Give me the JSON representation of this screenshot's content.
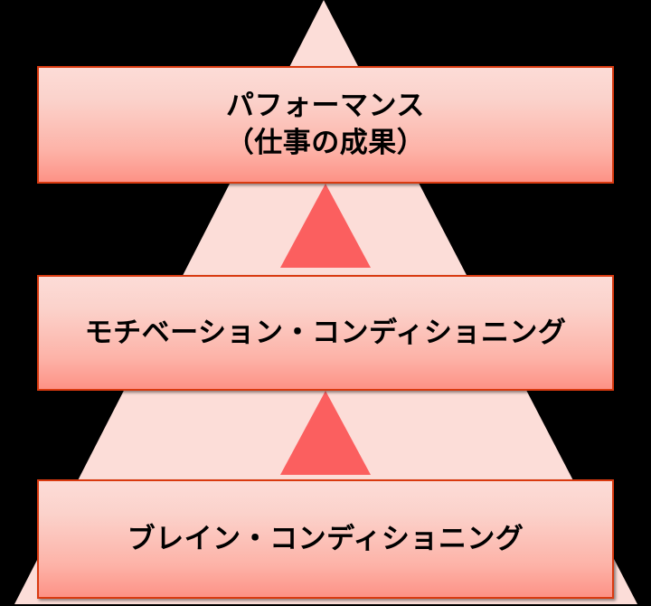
{
  "diagram": {
    "type": "pyramid",
    "title": "",
    "background_color": "#000000",
    "pyramid_fill": "#FCDDD8",
    "level_border_color": "#D93A10",
    "level_gradient_top": "#FCDCD7",
    "level_gradient_bottom": "#FD9286",
    "arrow_color": "#FB5F5F",
    "text_color": "#000000",
    "levels": [
      {
        "id": "performance",
        "position": "top",
        "label": "パフォーマンス\n（仕事の成果）",
        "line1": "パフォーマンス",
        "line2": "（仕事の成果）"
      },
      {
        "id": "motivation-conditioning",
        "position": "middle",
        "label": "モチベーション・コンディショニング",
        "line1": "モチベーション・コンディショニング",
        "line2": ""
      },
      {
        "id": "brain-conditioning",
        "position": "bottom",
        "label": "ブレイン・コンディショニング",
        "line1": "ブレイン・コンディショニング",
        "line2": ""
      }
    ],
    "arrows": [
      {
        "id": "arrow-bottom-to-middle",
        "direction": "up",
        "color": "#FB5F5F"
      },
      {
        "id": "arrow-middle-to-top",
        "direction": "up",
        "color": "#FB5F5F"
      }
    ]
  }
}
